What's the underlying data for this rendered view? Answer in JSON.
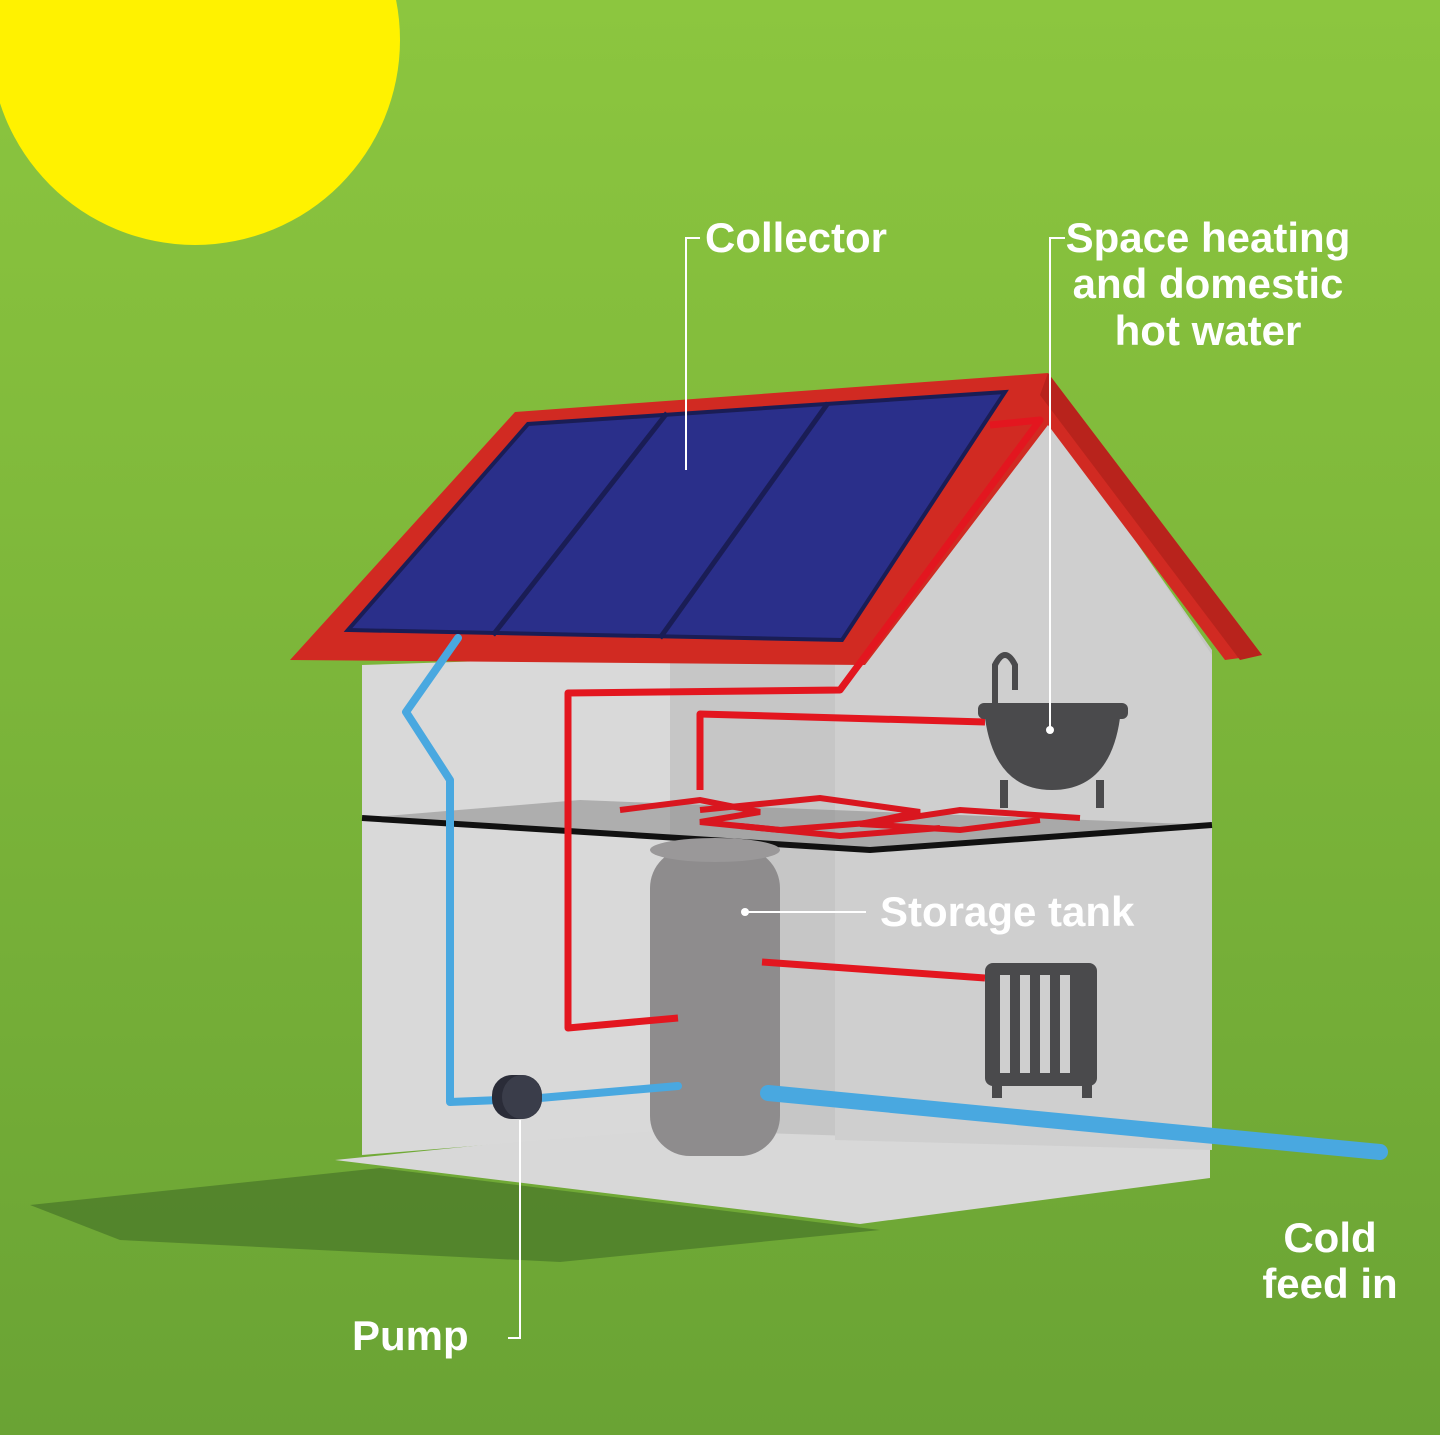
{
  "labels": {
    "collector": "Collector",
    "space_heating": [
      "Space heating",
      "and domestic",
      "hot water"
    ],
    "storage_tank": "Storage tank",
    "pump": "Pump",
    "cold_feed": [
      "Cold",
      "feed in"
    ]
  },
  "colors": {
    "background": "#7cb83a",
    "sun": "#fff200",
    "roof": "#d12a22",
    "collector_panel": "#2a2f8a",
    "wall": "#cfcfcf",
    "hot_pipe": "#e3161f",
    "cold_pipe": "#49a8e0",
    "tank": "#8e8c8d",
    "fixtures": "#4a4a4c"
  }
}
